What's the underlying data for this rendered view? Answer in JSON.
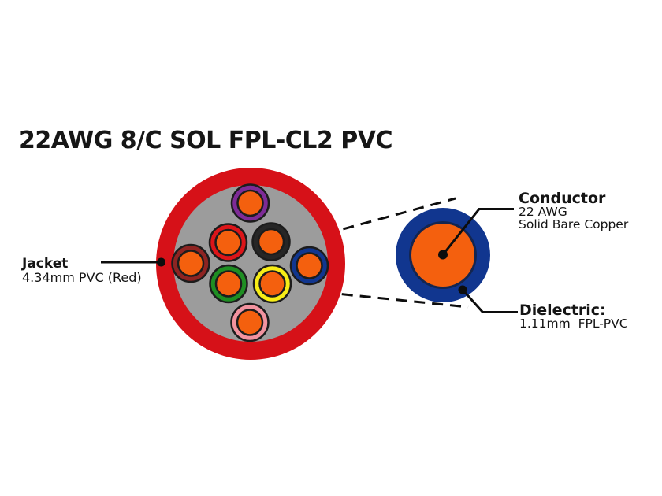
{
  "title": "22AWG 8/C SOL FPL-CL2 PVC",
  "colors": {
    "background": "#ffffff",
    "jacket_red": "#d61118",
    "filler_gray": "#9c9c9c",
    "conductor_orange": "#f4600e",
    "dielectric_blue": "#11368f",
    "outline_dark": "#1c1c1c",
    "leader_black": "#0d0d0d"
  },
  "cable": {
    "jacket_callout": {
      "heading": "Jacket",
      "line1": "4.34mm PVC (Red)"
    },
    "conductors": [
      {
        "name": "purple",
        "insulation": "#7e2b97"
      },
      {
        "name": "red",
        "insulation": "#dc1519"
      },
      {
        "name": "black",
        "insulation": "#262626"
      },
      {
        "name": "brown",
        "insulation": "#8e2422"
      },
      {
        "name": "blue",
        "insulation": "#11368f"
      },
      {
        "name": "green",
        "insulation": "#1e8e22"
      },
      {
        "name": "yellow",
        "insulation": "#f7ed16"
      },
      {
        "name": "pink",
        "insulation": "#f2939f"
      }
    ]
  },
  "detail_view": {
    "conductor_callout": {
      "heading": "Conductor",
      "line1": "22 AWG",
      "line2": "Solid Bare Copper"
    },
    "dielectric_callout": {
      "heading": "Dielectric:",
      "line1": "1.11mm  FPL-PVC"
    }
  }
}
